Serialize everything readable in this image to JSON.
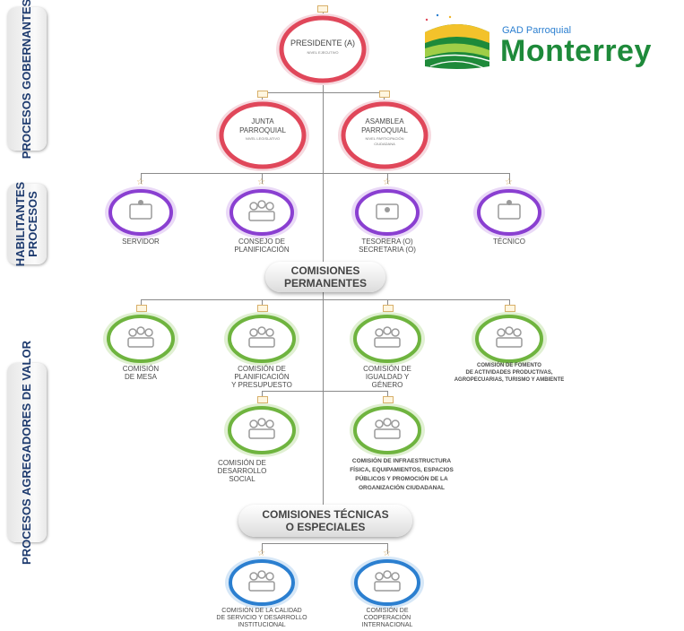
{
  "side_labels": {
    "gobernantes": "PROCESOS GOBERNANTES",
    "habilitantes_line1": "HABILITANTES",
    "habilitantes_line2": "PROCESOS",
    "agregadores": "PROCESOS AGREGADORES DE VALOR"
  },
  "logo": {
    "small": "GAD Parroquial",
    "big": "Monterrey"
  },
  "colors": {
    "red": "#e0475a",
    "purple": "#8a3fd1",
    "green": "#6fb43f",
    "blue": "#2b7fd0",
    "navy": "#1d3a6e",
    "logo_green": "#1e8a3a"
  },
  "nodes": {
    "presidente": {
      "title": "PRESIDENTE (A)",
      "sub": "NIVEL EJECUTIVO"
    },
    "junta": {
      "line1": "JUNTA",
      "line2": "PARROQUIAL",
      "sub": "NIVEL LEGISLATIVO"
    },
    "asamblea": {
      "line1": "ASAMBLEA",
      "line2": "PARROQUIAL",
      "sub1": "NIVEL PARTICIPACIÓN",
      "sub2": "CIUDADANA"
    },
    "servidor": {
      "line1": "SERVIDOR"
    },
    "consejo": {
      "line1": "CONSEJO DE",
      "line2": "PLANIFICACIÓN"
    },
    "tesorera": {
      "line1": "TESORERA (O)",
      "line2": "SECRETARIA (O)"
    },
    "tecnico": {
      "line1": "TÉCNICO"
    },
    "mesa": {
      "line1": "COMISIÓN",
      "line2": "DE MESA"
    },
    "planif": {
      "line1": "COMISIÓN DE",
      "line2": "PLANIFICACIÓN",
      "line3": "Y PRESUPUESTO"
    },
    "igualdad": {
      "line1": "COMISIÓN DE",
      "line2": "IGUALDAD  Y",
      "line3": "GÉNERO"
    },
    "fomento": {
      "line1": "COMISIÓN DE FOMENTO",
      "line2": "DE ACTIVIDADES PRODUCTIVAS,",
      "line3": "AGROPECUARIAS, TURISMO Y AMBIENTE"
    },
    "desarrollo": {
      "line1": "COMISIÓN DE",
      "line2": "DESARROLLO",
      "line3": "SOCIAL"
    },
    "infra": {
      "line1": "COMISIÓN DE INFRAESTRUCTURA",
      "line2": "FÍSICA, EQUIPAMIENTOS, ESPACIOS",
      "line3": "PÚBLICOS Y PROMOCIÓN DE LA",
      "line4": "ORGANIZACIÓN CIUDADANAL"
    },
    "calidad": {
      "line1": "COMISIÓN DE LA CALIDAD",
      "line2": "DE SERVICIO Y DESARROLLO",
      "line3": "INSTITUCIONAL"
    },
    "cooperacion": {
      "line1": "COMISIÓN DE",
      "line2": "COOPERACIÓN",
      "line3": "INTERNACIONAL"
    }
  },
  "pills": {
    "permanentes_line1": "COMISIONES",
    "permanentes_line2": "PERMANENTES",
    "tecnicas_line1": "COMISIONES TÉCNICAS",
    "tecnicas_line2": "O ESPECIALES"
  }
}
